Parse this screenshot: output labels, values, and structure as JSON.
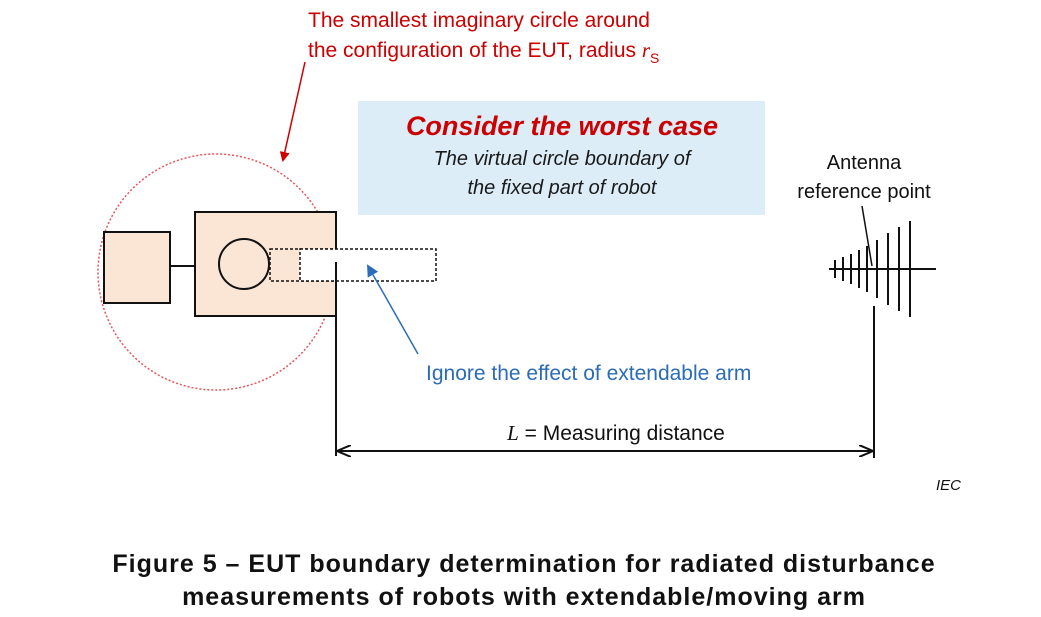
{
  "labels": {
    "circle_note_line1": "The smallest imaginary circle around",
    "circle_note_line2": "the configuration of the EUT, radius ",
    "circle_note_symbol": "r",
    "circle_note_subscript": "S",
    "worst_case_title": "Consider the worst case",
    "worst_case_line1": "The virtual circle boundary of",
    "worst_case_line2": "the fixed part of robot",
    "antenna_line1": "Antenna",
    "antenna_line2": "reference point",
    "arm_note": "Ignore the effect of extendable arm",
    "distance_symbol": "L",
    "distance_text": " = Measuring distance",
    "iec": "IEC"
  },
  "caption": {
    "line1": "Figure 5 – EUT boundary determination for radiated disturbance",
    "line2": "measurements of robots with extendable/moving arm"
  },
  "colors": {
    "red": "#cc0000",
    "blue": "#2b6cb8",
    "box_fill": "#fbe6d6",
    "note_box_fill": "#dcedf7"
  }
}
